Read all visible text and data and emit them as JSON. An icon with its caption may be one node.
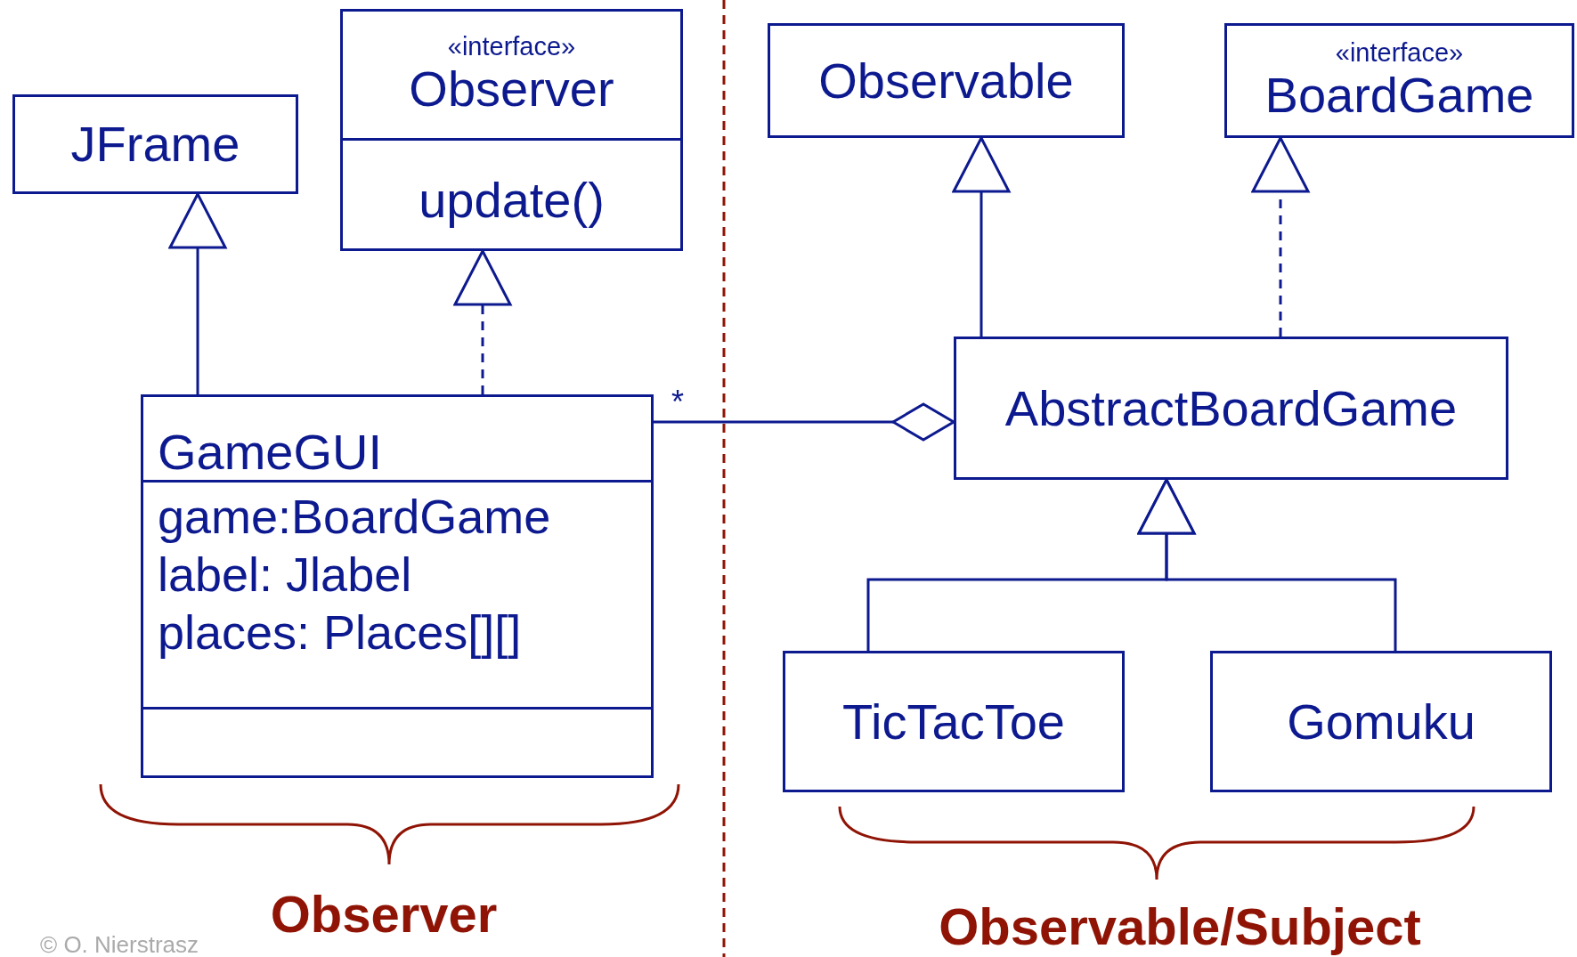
{
  "diagram": {
    "nodes": [
      {
        "text": [
          "JFrame"
        ]
      },
      {
        "text": [
          "«interface»",
          "Observer",
          "update()"
        ]
      },
      {
        "text": [
          "Observable"
        ]
      },
      {
        "text": [
          "«interface»",
          "BoardGame"
        ]
      },
      {
        "text": [
          "GameGUI",
          "game:BoardGame",
          "label: Jlabel",
          "places: Places[][]"
        ]
      },
      {
        "text": [
          "AbstractBoardGame"
        ]
      },
      {
        "text": [
          "TicTacToe"
        ]
      },
      {
        "text": [
          "Gomuku"
        ]
      }
    ],
    "edges": [
      {
        "from": 4,
        "to": 0,
        "arrow": "to"
      },
      {
        "from": 4,
        "to": 1,
        "arrow": "to",
        "style": "dashed"
      },
      {
        "from": 5,
        "to": 2,
        "arrow": "to"
      },
      {
        "from": 5,
        "to": 3,
        "arrow": "to",
        "style": "dashed"
      },
      {
        "from": 4,
        "to": 5,
        "arrow": "other",
        "label": "*"
      },
      {
        "from": 6,
        "to": 5,
        "arrow": "to"
      },
      {
        "from": 7,
        "to": 5,
        "arrow": "to"
      }
    ],
    "labels": [
      "Observer",
      "Observable/Subject",
      "© O. Nierstrasz"
    ]
  }
}
